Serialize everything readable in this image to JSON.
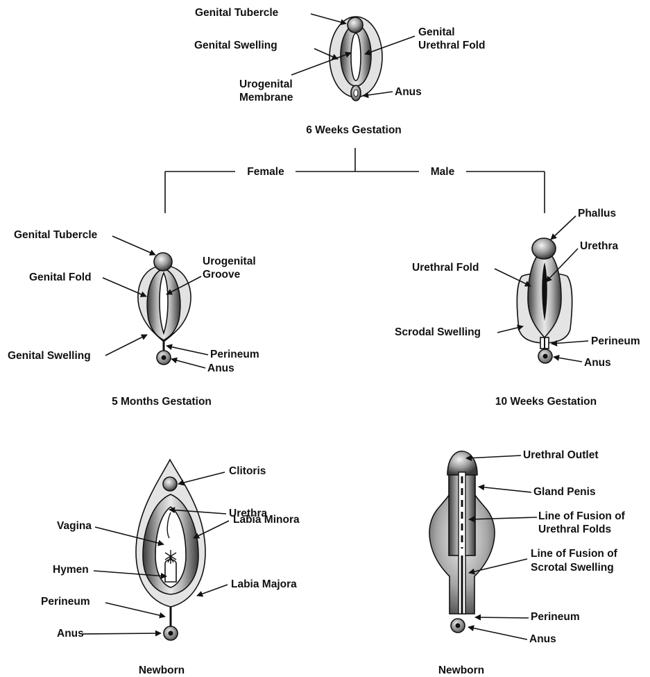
{
  "six_weeks": {
    "caption": "6 Weeks Gestation",
    "labels": {
      "genital_tubercle": "Genital Tubercle",
      "genital_swelling": "Genital Swelling",
      "urogenital_membrane_1": "Urogenital",
      "urogenital_membrane_2": "Membrane",
      "genital_urethral_fold_1": "Genital",
      "genital_urethral_fold_2": "Urethral Fold",
      "anus": "Anus"
    }
  },
  "branches": {
    "female": "Female",
    "male": "Male"
  },
  "five_months": {
    "caption": "5 Months Gestation",
    "labels": {
      "genital_tubercle": "Genital Tubercle",
      "genital_fold": "Genital Fold",
      "genital_swelling": "Genital Swelling",
      "urogenital_groove_1": "Urogenital",
      "urogenital_groove_2": "Groove",
      "perineum": "Perineum",
      "anus": "Anus"
    }
  },
  "ten_weeks": {
    "caption": "10 Weeks Gestation",
    "labels": {
      "phallus": "Phallus",
      "urethra": "Urethra",
      "urethral_fold": "Urethral Fold",
      "scrodal_swelling": "Scrodal Swelling",
      "perineum": "Perineum",
      "anus": "Anus"
    }
  },
  "newborn_female": {
    "caption": "Newborn",
    "labels": {
      "clitoris": "Clitoris",
      "urethra": "Urethra",
      "vagina": "Vagina",
      "labia_minora": "Labia Minora",
      "hymen": "Hymen",
      "labia_majora": "Labia Majora",
      "perineum": "Perineum",
      "anus": "Anus"
    }
  },
  "newborn_male": {
    "caption": "Newborn",
    "labels": {
      "urethral_outlet": "Urethral Outlet",
      "gland_penis": "Gland Penis",
      "fusion_folds_1": "Line of Fusion of",
      "fusion_folds_2": "Urethral Folds",
      "fusion_swelling_1": "Line of Fusion of",
      "fusion_swelling_2": "Scrotal Swelling",
      "perineum": "Perineum",
      "anus": "Anus"
    }
  }
}
